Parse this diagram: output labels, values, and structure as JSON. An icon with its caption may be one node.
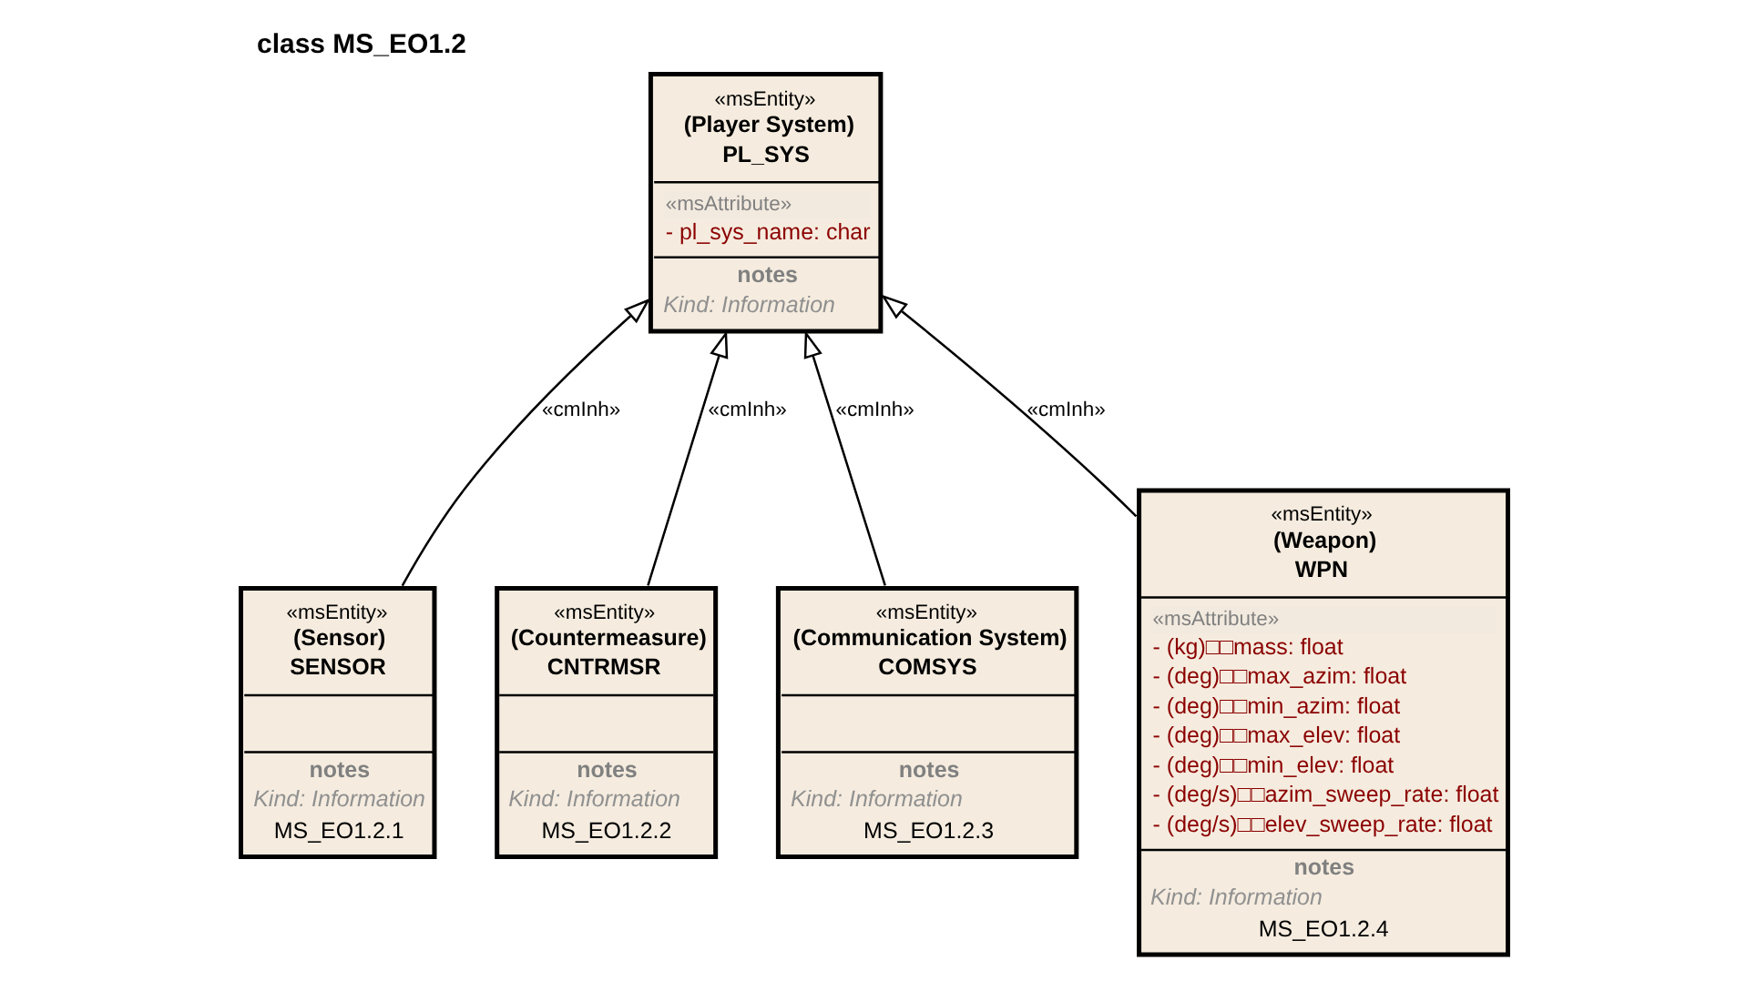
{
  "diagram": {
    "title": "class MS_EO1.2",
    "nodes": [
      {
        "text": [
          "«msEntity»",
          "(Player System)",
          "PL_SYS",
          "«msAttribute»",
          "- pl_sys_name: char",
          "notes",
          "Kind: Information"
        ]
      },
      {
        "text": [
          "«msEntity»",
          "(Sensor)",
          "SENSOR",
          "notes",
          "Kind: Information",
          "MS_EO1.2.1"
        ]
      },
      {
        "text": [
          "«msEntity»",
          "(Countermeasure)",
          "CNTRMSR",
          "notes",
          "Kind: Information",
          "MS_EO1.2.2"
        ]
      },
      {
        "text": [
          "«msEntity»",
          "(Communication System)",
          "COMSYS",
          "notes",
          "Kind: Information",
          "MS_EO1.2.3"
        ]
      },
      {
        "text": [
          "«msEntity»",
          "(Weapon)",
          "WPN",
          "«msAttribute»",
          "- (kg)□□mass: float",
          "- (deg)□□max_azim: float",
          "- (deg)□□min_azim: float",
          "- (deg)□□max_elev: float",
          "- (deg)□□min_elev: float",
          "- (deg/s)□□azim_sweep_rate: float",
          "- (deg/s)□□elev_sweep_rate: float",
          "notes",
          "Kind: Information",
          "MS_EO1.2.4"
        ]
      }
    ],
    "edges": [
      {
        "from": 1,
        "to": 0,
        "arrow": "to",
        "label": "«cmInh»"
      },
      {
        "from": 2,
        "to": 0,
        "arrow": "to",
        "label": "«cmInh»"
      },
      {
        "from": 3,
        "to": 0,
        "arrow": "to",
        "label": "«cmInh»"
      },
      {
        "from": 4,
        "to": 0,
        "arrow": "to",
        "label": "«cmInh»"
      }
    ]
  }
}
